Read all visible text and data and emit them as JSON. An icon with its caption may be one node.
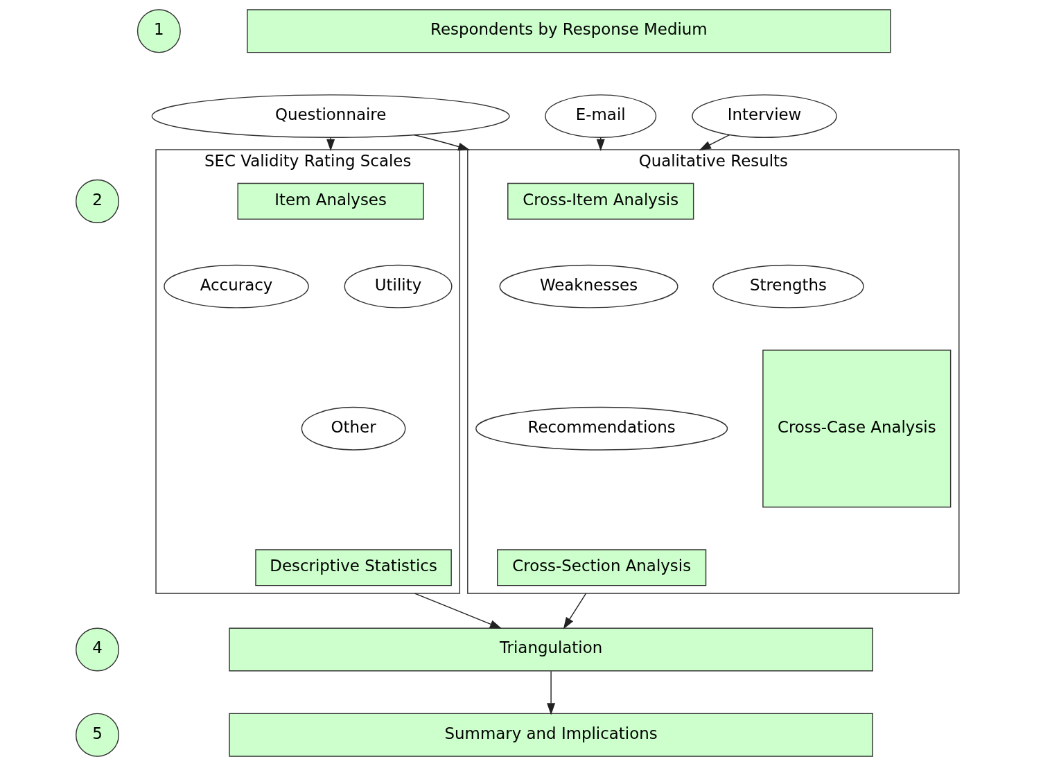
{
  "diagram": {
    "nodes": [
      {
        "text": [
          "1"
        ]
      },
      {
        "text": [
          "Respondents by Response Medium"
        ]
      },
      {
        "text": [
          "Questionnaire"
        ]
      },
      {
        "text": [
          "E-mail"
        ]
      },
      {
        "text": [
          "Interview"
        ]
      },
      {
        "text": [
          "2"
        ]
      },
      {
        "text": [
          "SEC Validity Rating Scales"
        ]
      },
      {
        "text": [
          "Item Analyses"
        ],
        "in": 6
      },
      {
        "text": [
          "Accuracy"
        ],
        "in": 6
      },
      {
        "text": [
          "Utility"
        ],
        "in": 6
      },
      {
        "text": [
          "Other"
        ],
        "in": 6
      },
      {
        "text": [
          "Descriptive Statistics"
        ],
        "in": 6
      },
      {
        "text": [
          "Qualitative Results"
        ]
      },
      {
        "text": [
          "Cross-Case Analysis"
        ],
        "in": 12
      },
      {
        "text": [
          "Cross-Item Analysis"
        ],
        "in": 12
      },
      {
        "text": [
          "Weaknesses"
        ],
        "in": 12
      },
      {
        "text": [
          "Strengths"
        ],
        "in": 12
      },
      {
        "text": [
          "Recommendations"
        ],
        "in": 12
      },
      {
        "text": [
          "Cross-Section Analysis"
        ],
        "in": 12
      },
      {
        "text": [
          "4"
        ]
      },
      {
        "text": [
          "Triangulation"
        ]
      },
      {
        "text": [
          "5"
        ]
      },
      {
        "text": [
          "Summary and Implications"
        ]
      }
    ],
    "edges": [
      {
        "from": 2,
        "to": 6,
        "arrow": "to"
      },
      {
        "from": 2,
        "to": 12,
        "arrow": "to"
      },
      {
        "from": 3,
        "to": 12,
        "arrow": "to"
      },
      {
        "from": 4,
        "to": 12,
        "arrow": "to"
      },
      {
        "from": 6,
        "to": 20,
        "arrow": "to"
      },
      {
        "from": 12,
        "to": 20,
        "arrow": "to"
      },
      {
        "from": 20,
        "to": 22,
        "arrow": "to"
      }
    ]
  }
}
